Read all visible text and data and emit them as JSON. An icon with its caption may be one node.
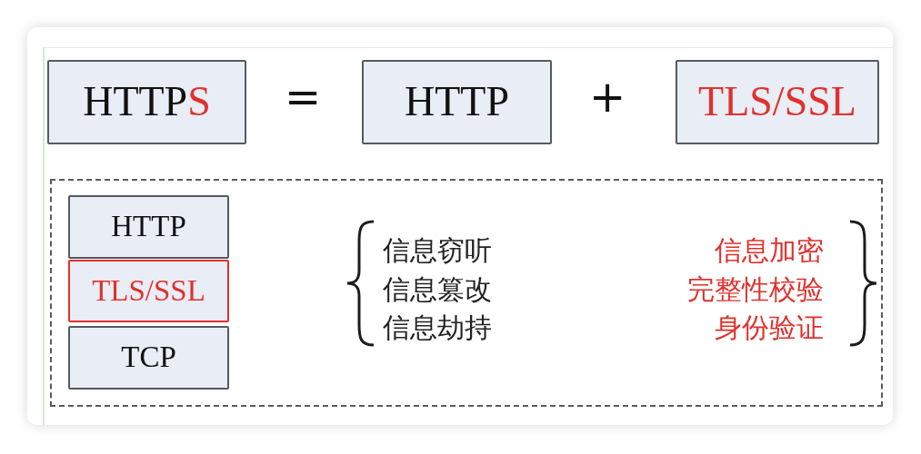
{
  "diagram": {
    "nodes": [
      {
        "text": [
          "HTTPS"
        ]
      },
      {
        "text": [
          "HTTP"
        ]
      },
      {
        "text": [
          "TLS/SSL"
        ]
      },
      {
        "text": [],
        "shape": "box"
      },
      {
        "text": [
          "HTTP"
        ],
        "in": 3
      },
      {
        "text": [
          "TLS/SSL"
        ],
        "in": 3
      },
      {
        "text": [
          "TCP"
        ],
        "in": 3
      }
    ],
    "labels": [
      "=",
      "+",
      "信息窃听",
      "信息加密",
      "信息篡改",
      "完整性校验",
      "信息劫持",
      "身份验证"
    ]
  }
}
